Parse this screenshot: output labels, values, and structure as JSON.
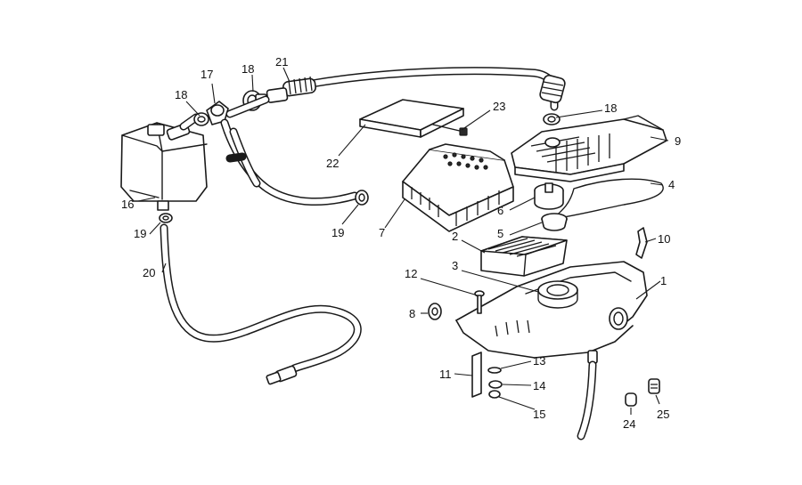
{
  "callouts": {
    "c1": "1",
    "c2": "2",
    "c3": "3",
    "c4": "4",
    "c5": "5",
    "c6": "6",
    "c7": "7",
    "c8": "8",
    "c9": "9",
    "c10": "10",
    "c11": "11",
    "c12": "12",
    "c13": "13",
    "c14": "14",
    "c15": "15",
    "c16": "16",
    "c17": "17",
    "c18a": "18",
    "c18b": "18",
    "c18c": "18",
    "c19a": "19",
    "c19b": "19",
    "c20": "20",
    "c21": "21",
    "c22": "22",
    "c23": "23",
    "c24": "24",
    "c25": "25"
  },
  "colors": {
    "line": "#1a1a1a",
    "background": "#ffffff"
  }
}
